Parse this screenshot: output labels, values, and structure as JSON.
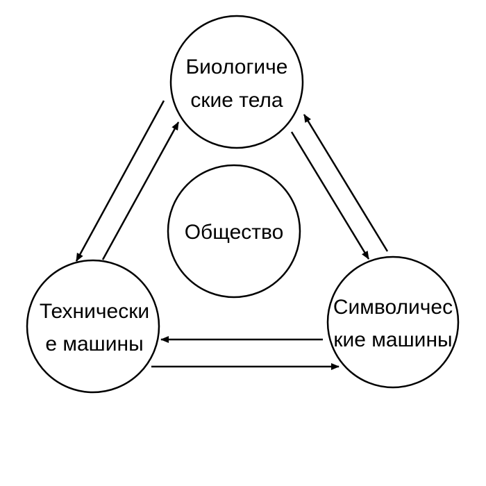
{
  "diagram": {
    "nodes": {
      "biological": {
        "line1": "Биологиче",
        "line2": "ские тела"
      },
      "society": {
        "label": "Общество"
      },
      "technical": {
        "line1": "Технически",
        "line2": "е машины"
      },
      "symbolic": {
        "line1": "Символичес",
        "line2": "кие машины"
      }
    }
  }
}
